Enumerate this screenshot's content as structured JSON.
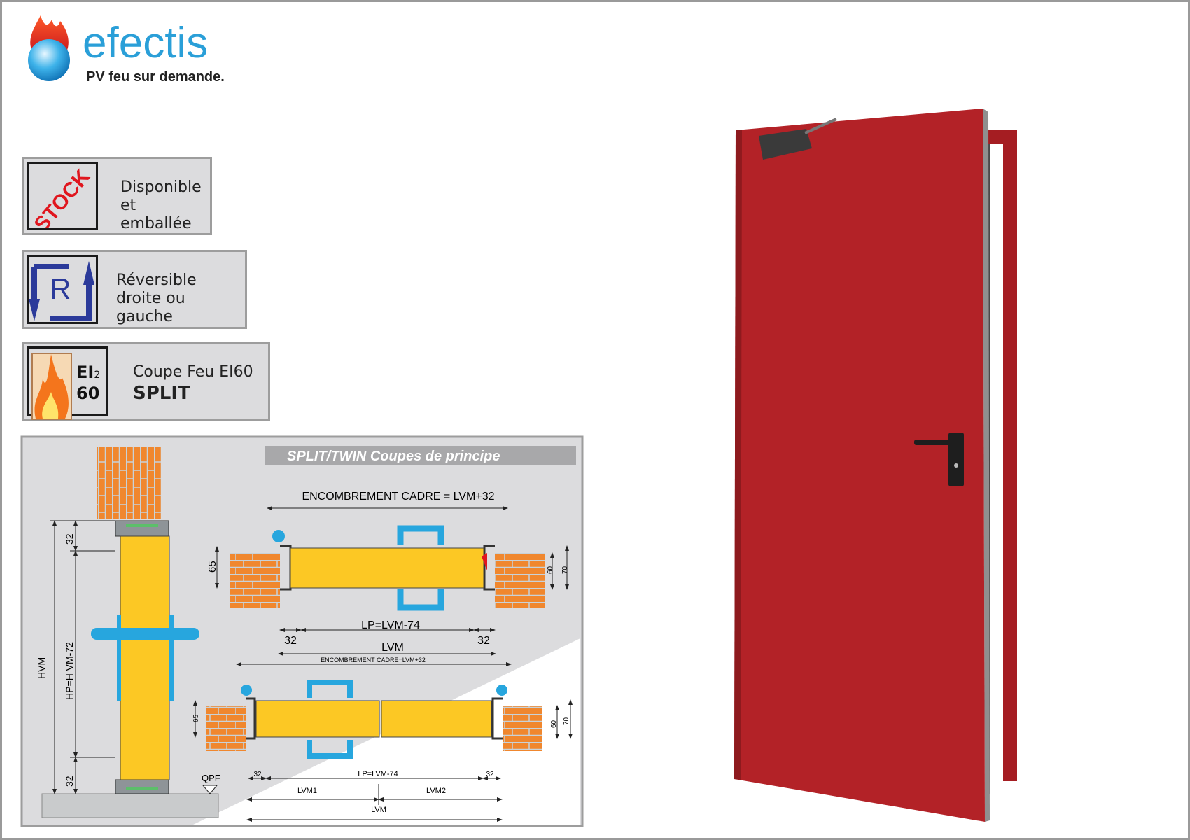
{
  "logo": {
    "brand": "efectis",
    "tagline": "PV feu sur demande."
  },
  "features": [
    {
      "icon_text": "STOCK",
      "line1": "Disponible",
      "line2": "et emballée"
    },
    {
      "icon_text": "R",
      "line1": "Réversible",
      "line2": "droite ou gauche"
    },
    {
      "icon_text_1": "EI",
      "icon_text_sub": "2",
      "icon_text_2": "60",
      "line1": "Coupe Feu EI60",
      "line2": "SPLIT"
    }
  ],
  "diagram": {
    "title": "SPLIT/TWIN  Coupes de principe",
    "vertical": {
      "hvm": "HVM",
      "hp": "HP=H  VM-72",
      "gap_top": "32",
      "gap_bottom": "32",
      "floor": "QPF"
    },
    "single": {
      "encombrement": "ENCOMBREMENT CADRE = LVM+32",
      "h65": "65",
      "h60": "60",
      "h70": "70",
      "lp": "LP=LVM-74",
      "left32": "32",
      "right32": "32",
      "lvm": "LVM"
    },
    "double": {
      "encombrement": "ENCOMBREMENT CADRE=LVM+32",
      "h65": "65",
      "h60": "60",
      "h70": "70",
      "lp": "LP=LVM-74",
      "left32": "32",
      "right32": "32",
      "lvm1": "LVM1",
      "lvm2": "LVM2",
      "lvm": "LVM"
    }
  },
  "colors": {
    "brand_blue": "#2a9fd8",
    "door_red": "#b32227",
    "leaf_yellow": "#fcc824",
    "brick": "#f0872e",
    "handle_blue": "#27a6de"
  }
}
